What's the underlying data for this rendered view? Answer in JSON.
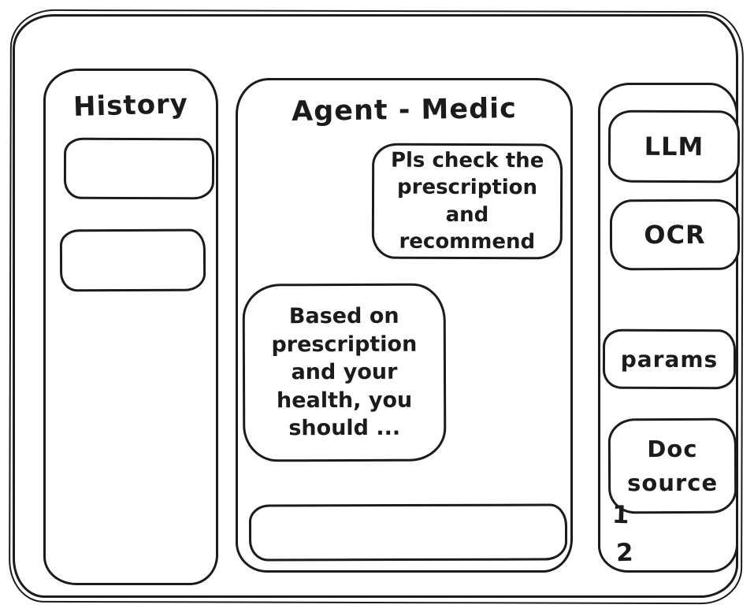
{
  "history_panel": {
    "title": "History"
  },
  "chat_panel": {
    "title": "Agent - Medic",
    "messages": [
      {
        "role": "user",
        "text": "Pls check the prescription and recommend"
      },
      {
        "role": "assistant",
        "text": "Based on prescription and your health, you should ..."
      }
    ],
    "input": {
      "value": "",
      "placeholder": ""
    }
  },
  "tools_panel": {
    "items": [
      {
        "label": "LLM"
      },
      {
        "label": "OCR"
      },
      {
        "label": "params"
      },
      {
        "label": "Doc source"
      }
    ],
    "doc_list": [
      "1",
      "2"
    ]
  },
  "colors": {
    "ink": "#1b1b1b",
    "background": "#ffffff"
  }
}
